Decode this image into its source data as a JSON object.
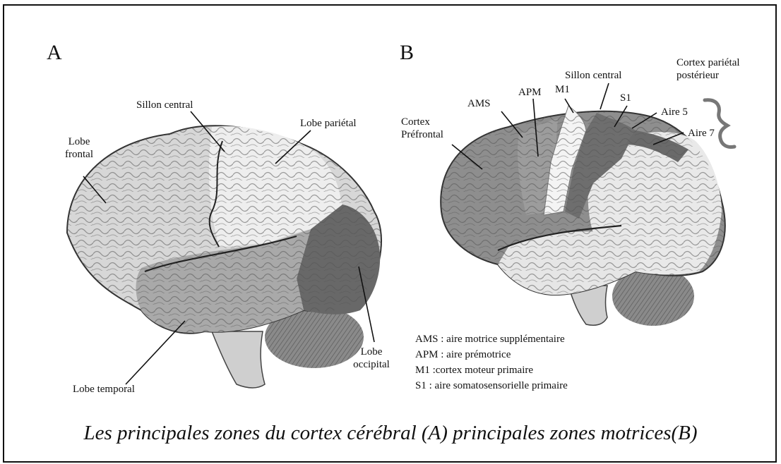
{
  "panel_a": {
    "letter": "A",
    "labels": {
      "sillon_central": "Sillon central",
      "lobe_parietal": "Lobe pariétal",
      "lobe_frontal_1": "Lobe",
      "lobe_frontal_2": "frontal",
      "lobe_temporal": "Lobe temporal",
      "lobe_occipital_1": "Lobe",
      "lobe_occipital_2": "occipital"
    }
  },
  "panel_b": {
    "letter": "B",
    "labels": {
      "cortex_parietal_1": "Cortex pariétal",
      "cortex_parietal_2": "postérieur",
      "sillon_central": "Sillon central",
      "m1": "M1",
      "apm": "APM",
      "ams": "AMS",
      "s1": "S1",
      "aire5": "Aire 5",
      "aire7": "Aire 7",
      "cortex_prefrontal_1": "Cortex",
      "cortex_prefrontal_2": "Préfrontal"
    },
    "legend": [
      "AMS : aire motrice supplémentaire",
      "APM : aire prémotrice",
      "M1 :cortex moteur primaire",
      "S1 : aire somatosensorielle primaire"
    ]
  },
  "caption": "Les principales zones du cortex cérébral (A) principales zones motrices(B)",
  "colors": {
    "light_lobe": "#eeeeee",
    "frontal": "#d7d7d7",
    "temporal": "#a9a9a9",
    "occipital": "#686868",
    "cerebellum": "#8a8a8a",
    "motor_strip": "#f4f4f4",
    "s1_band": "#6e6e6e",
    "premotor": "#9c9c9c",
    "prefrontal": "#8e8e8e",
    "posterior_brace": "#777777"
  }
}
